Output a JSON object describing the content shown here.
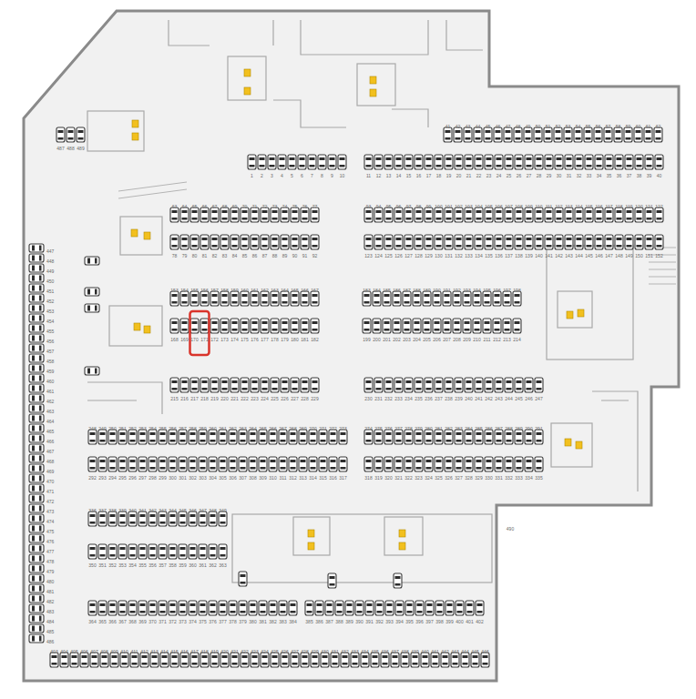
{
  "diagram": {
    "labels": [
      "1",
      "2",
      "3",
      "4",
      "5",
      "6",
      "7",
      "8",
      "9",
      "10",
      "11",
      "12",
      "13",
      "14",
      "15",
      "16",
      "17",
      "18",
      "19",
      "20",
      "21",
      "22",
      "23",
      "24",
      "25",
      "26",
      "27",
      "28",
      "29",
      "30",
      "31",
      "32",
      "33",
      "34",
      "35",
      "36",
      "37",
      "38",
      "39",
      "40",
      "41",
      "42",
      "43",
      "44",
      "45",
      "46",
      "47",
      "48",
      "49",
      "50",
      "51",
      "52",
      "53",
      "54",
      "55",
      "56",
      "57",
      "58",
      "59",
      "60",
      "61",
      "62",
      "63",
      "64",
      "65",
      "66",
      "67",
      "68",
      "69",
      "70",
      "71",
      "72",
      "73",
      "74",
      "75",
      "76",
      "77",
      "78",
      "79",
      "80",
      "81",
      "82",
      "83",
      "84",
      "85",
      "86",
      "87",
      "88",
      "89",
      "90",
      "91",
      "92",
      "93",
      "94",
      "95",
      "96",
      "97",
      "98",
      "99",
      "100",
      "101",
      "102",
      "103",
      "104",
      "105",
      "106",
      "107",
      "108",
      "109",
      "110",
      "111",
      "112",
      "113",
      "114",
      "115",
      "116",
      "117",
      "118",
      "119",
      "120",
      "121",
      "122",
      "123",
      "124",
      "125",
      "126",
      "127",
      "128",
      "129",
      "130",
      "131",
      "132",
      "133",
      "134",
      "135",
      "136",
      "137",
      "138",
      "139",
      "140",
      "141",
      "142",
      "143",
      "144",
      "145",
      "146",
      "147",
      "148",
      "149",
      "150",
      "151",
      "152",
      "153",
      "154",
      "155",
      "156",
      "157",
      "158",
      "159",
      "160",
      "161",
      "162",
      "163",
      "164",
      "165",
      "166",
      "167",
      "168",
      "169",
      "170",
      "171",
      "172",
      "173",
      "174",
      "175",
      "176",
      "177",
      "178",
      "179",
      "180",
      "181",
      "182",
      "183",
      "184",
      "185",
      "186",
      "187",
      "188",
      "189",
      "190",
      "191",
      "192",
      "193",
      "194",
      "195",
      "196",
      "197",
      "198",
      "199",
      "200",
      "201",
      "202",
      "203",
      "204",
      "205",
      "206",
      "207",
      "208",
      "209",
      "210",
      "211",
      "212",
      "213",
      "214",
      "215",
      "216",
      "217",
      "218",
      "219",
      "220",
      "221",
      "222",
      "223",
      "224",
      "225",
      "226",
      "227",
      "228",
      "229",
      "230",
      "231",
      "232",
      "233",
      "234",
      "235",
      "236",
      "237",
      "238",
      "239",
      "240",
      "241",
      "242",
      "243",
      "244",
      "245",
      "246",
      "247",
      "248",
      "249",
      "250",
      "251",
      "252",
      "253",
      "254",
      "255",
      "256",
      "257",
      "258",
      "259",
      "260",
      "261",
      "262",
      "263",
      "264",
      "265",
      "266",
      "267",
      "268",
      "269",
      "270",
      "271",
      "272",
      "273",
      "274",
      "275",
      "276",
      "277",
      "278",
      "279",
      "280",
      "281",
      "282",
      "283",
      "284",
      "285",
      "286",
      "287",
      "288",
      "289",
      "290",
      "291",
      "292",
      "293",
      "294",
      "295",
      "296",
      "297",
      "298",
      "299",
      "300",
      "301",
      "302",
      "303",
      "304",
      "305",
      "306",
      "307",
      "308",
      "309",
      "310",
      "311",
      "312",
      "313",
      "314",
      "315",
      "316",
      "317",
      "318",
      "319",
      "320",
      "321",
      "322",
      "323",
      "324",
      "325",
      "326",
      "327",
      "328",
      "329",
      "330",
      "331",
      "332",
      "333",
      "334",
      "335",
      "336",
      "337",
      "338",
      "339",
      "340",
      "341",
      "342",
      "343",
      "344",
      "345",
      "346",
      "347",
      "348",
      "349",
      "350",
      "351",
      "352",
      "353",
      "354",
      "355",
      "356",
      "357",
      "358",
      "359",
      "360",
      "361",
      "362",
      "363",
      "364",
      "365",
      "366",
      "367",
      "368",
      "369",
      "370",
      "371",
      "372",
      "373",
      "374",
      "375",
      "376",
      "377",
      "378",
      "379",
      "380",
      "381",
      "382",
      "383",
      "384",
      "385",
      "386",
      "387",
      "388",
      "389",
      "390",
      "391",
      "392",
      "393",
      "394",
      "395",
      "396",
      "397",
      "398",
      "399",
      "400",
      "401",
      "402",
      "403",
      "404",
      "405",
      "406",
      "407",
      "408",
      "409",
      "410",
      "411",
      "412",
      "413",
      "414",
      "415",
      "416",
      "417",
      "418",
      "419",
      "420",
      "421",
      "422",
      "423",
      "424",
      "425",
      "426",
      "427",
      "428",
      "429",
      "430",
      "431",
      "432",
      "433",
      "434",
      "435",
      "436",
      "437",
      "438",
      "439",
      "440",
      "441",
      "442",
      "443",
      "444",
      "445",
      "446",
      "447",
      "448",
      "449",
      "450",
      "451",
      "452",
      "453",
      "454",
      "455",
      "456",
      "457",
      "458",
      "459",
      "460",
      "461",
      "462",
      "463",
      "464",
      "465",
      "466",
      "467",
      "468",
      "469",
      "470",
      "471",
      "472",
      "473",
      "474",
      "475",
      "476",
      "477",
      "478",
      "479",
      "480",
      "481",
      "482",
      "483",
      "484",
      "485",
      "486",
      "487",
      "488",
      "489",
      "490"
    ]
  }
}
